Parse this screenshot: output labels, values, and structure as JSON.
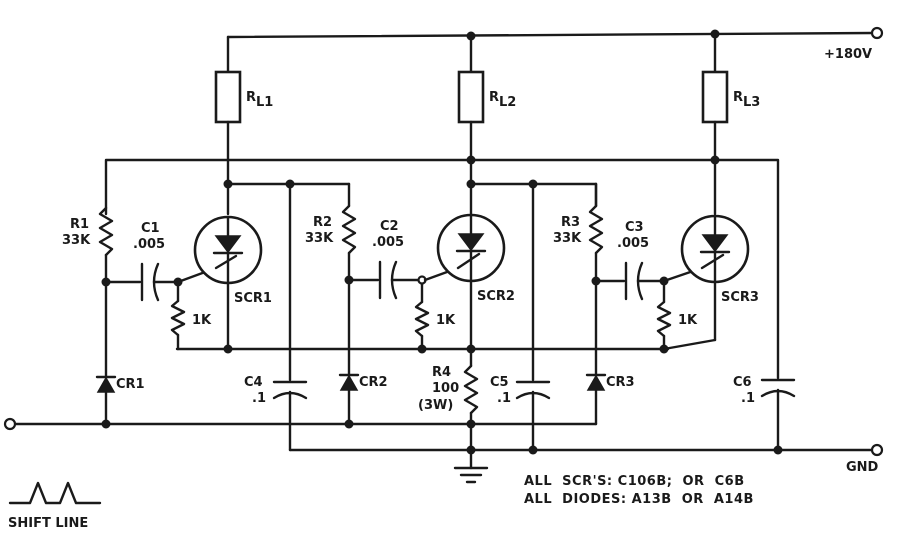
{
  "supply": {
    "label": "+180V"
  },
  "ground": {
    "label": "GND"
  },
  "input": {
    "label": "SHIFT LINE",
    "icon": "pulse-train-icon"
  },
  "stages": [
    {
      "load": "R",
      "load_sub": "L1",
      "r_name": "R1",
      "r_value": "33K",
      "c_name": "C1",
      "c_value": ".005",
      "gate_res": "1K",
      "scr": "SCR1",
      "diode": "CR1"
    },
    {
      "load": "R",
      "load_sub": "L2",
      "r_name": "R2",
      "r_value": "33K",
      "c_name": "C2",
      "c_value": ".005",
      "gate_res": "1K",
      "scr": "SCR2",
      "diode": "CR2"
    },
    {
      "load": "R",
      "load_sub": "L3",
      "r_name": "R3",
      "r_value": "33K",
      "c_name": "C3",
      "c_value": ".005",
      "gate_res": "1K",
      "scr": "SCR3",
      "diode": "CR3"
    }
  ],
  "coupling_caps": [
    {
      "name": "C4",
      "value": ".1"
    },
    {
      "name": "C5",
      "value": ".1"
    },
    {
      "name": "C6",
      "value": ".1"
    }
  ],
  "r4": {
    "name": "R4",
    "value": "100",
    "rating": "(3W)"
  },
  "notes": [
    "ALL  SCR'S: C106B;  OR  C6B",
    "ALL  DIODES: A13B  OR  A14B"
  ]
}
